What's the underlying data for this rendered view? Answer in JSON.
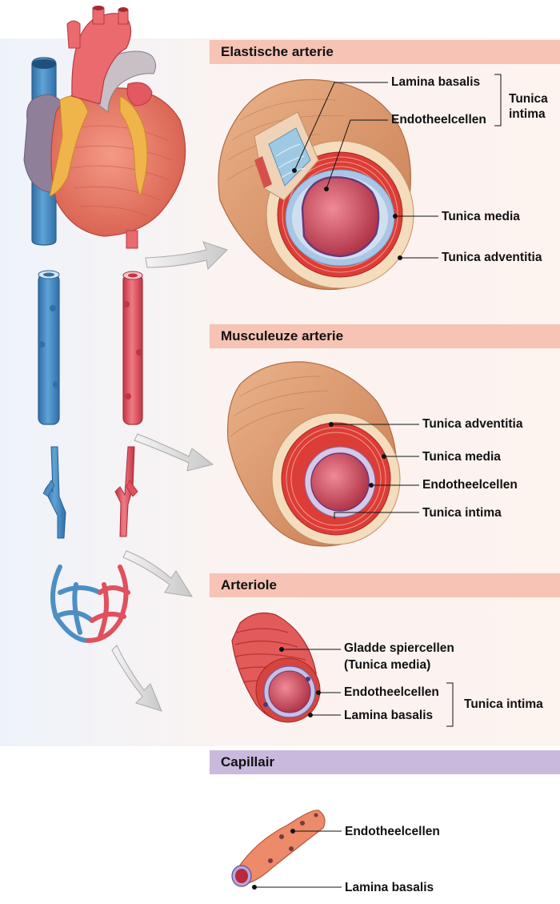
{
  "sections": {
    "elastic": {
      "title": "Elastische arterie",
      "labels": {
        "lamina_basalis": "Lamina basalis",
        "endotheelcellen": "Endotheelcellen",
        "tunica_intima": "Tunica\nintima",
        "tunica_media": "Tunica media",
        "tunica_adventitia": "Tunica adventitia"
      }
    },
    "muscular": {
      "title": "Musculeuze arterie",
      "labels": {
        "tunica_adventitia": "Tunica adventitia",
        "tunica_media": "Tunica media",
        "endotheelcellen": "Endotheelcellen",
        "tunica_intima": "Tunica intima"
      }
    },
    "arteriole": {
      "title": "Arteriole",
      "labels": {
        "gladde_spiercellen": "Gladde spiercellen",
        "tunica_media_paren": "(Tunica media)",
        "endotheelcellen": "Endotheelcellen",
        "lamina_basalis": "Lamina basalis",
        "tunica_intima": "Tunica intima"
      }
    },
    "capillary": {
      "title": "Capillair",
      "labels": {
        "endotheelcellen": "Endotheelcellen",
        "lamina_basalis": "Lamina basalis"
      }
    }
  },
  "colors": {
    "artery_banner": "#f6c3b4",
    "capillary_banner": "#c9b9dd",
    "vein": "#4d8fc4",
    "artery": "#e0505e",
    "muscle": "#d8302c",
    "adventitia": "#e3a57a",
    "lumen": "#c94a5c",
    "basal_membrane": "#a9c6e6"
  }
}
